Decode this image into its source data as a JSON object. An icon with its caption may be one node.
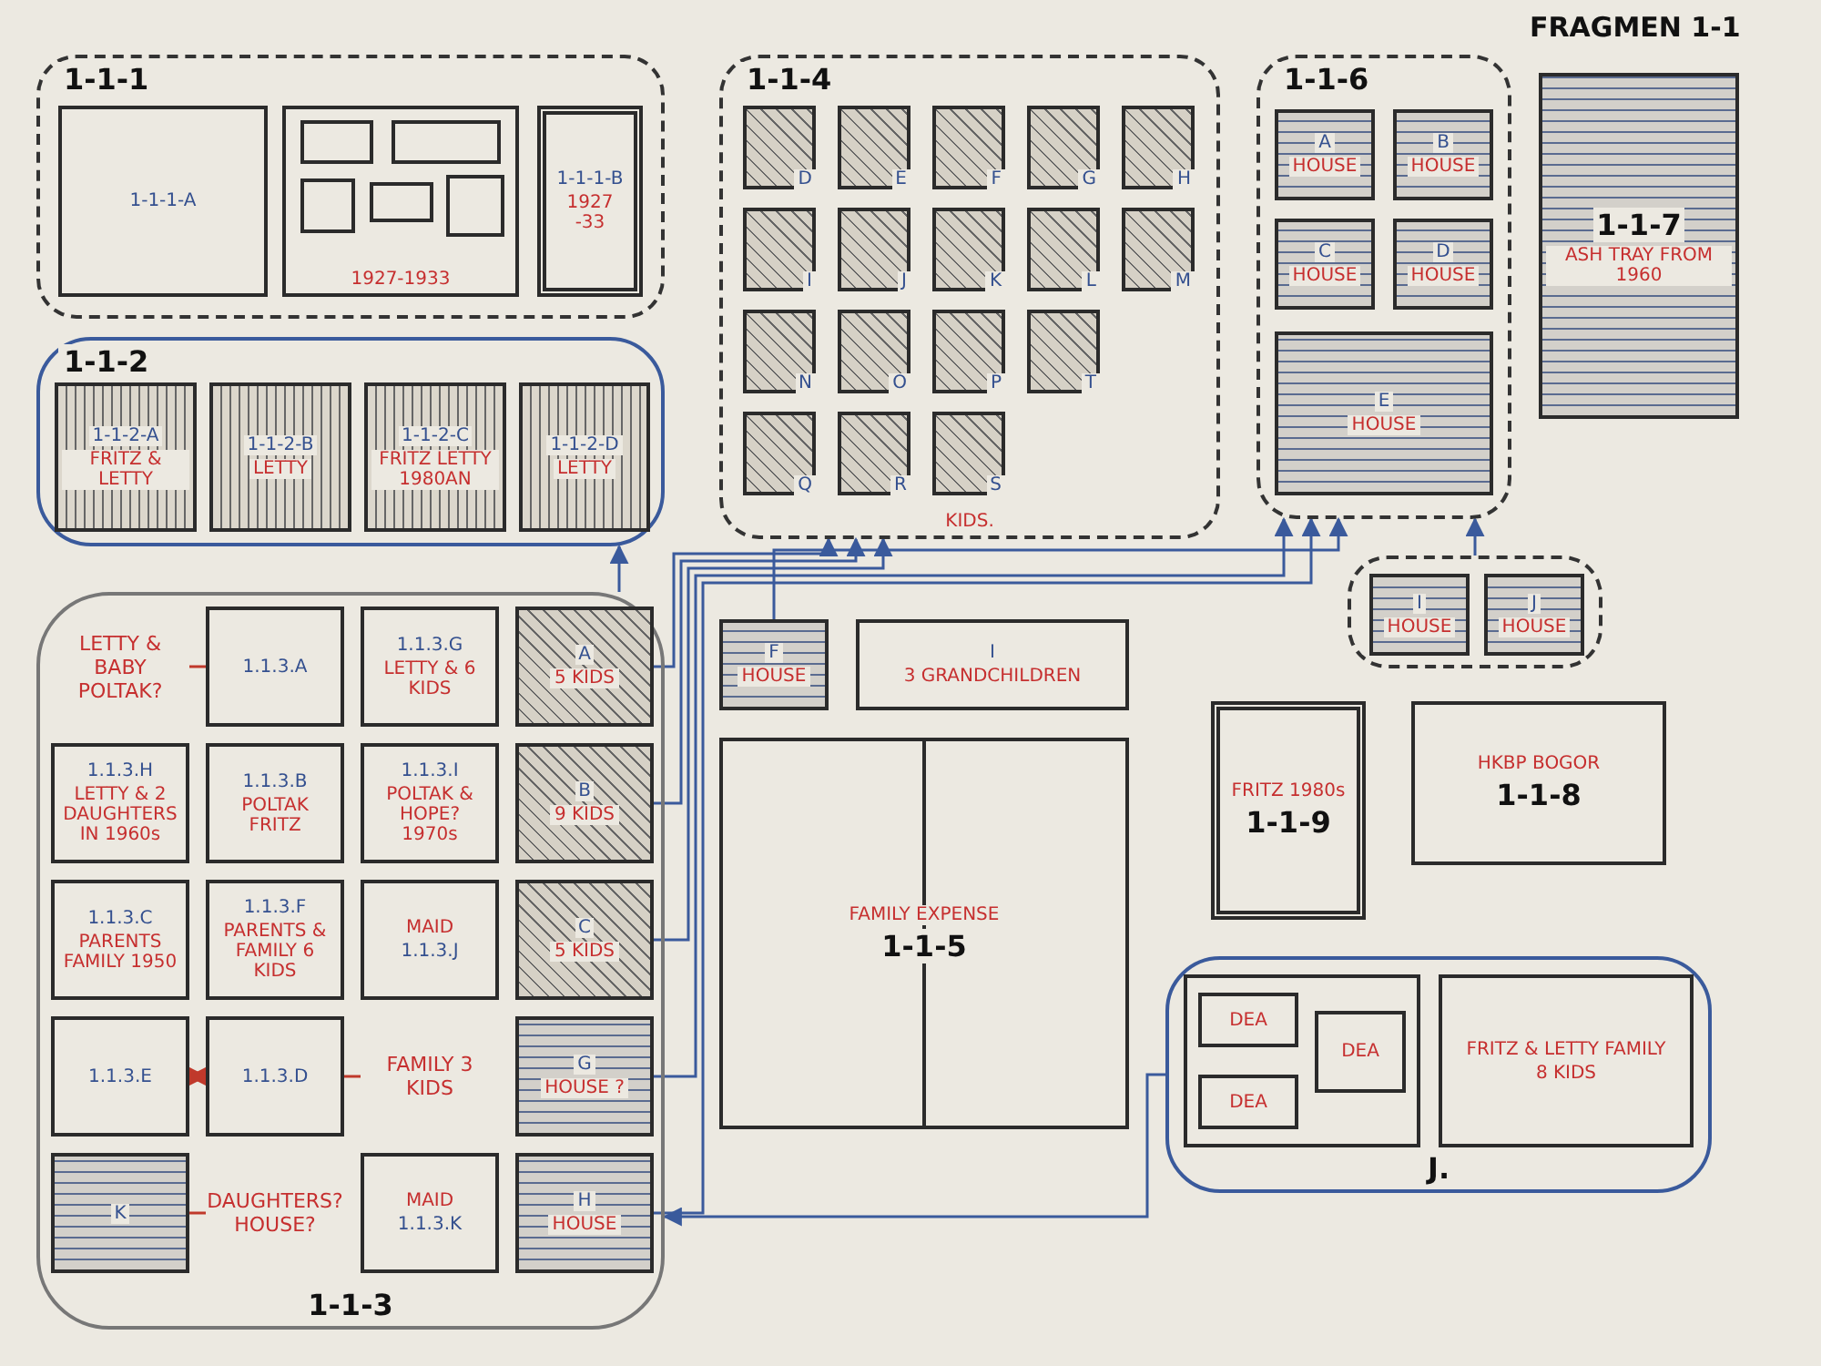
{
  "diagram": {
    "title": "FRAGMEN 1-1",
    "nodes": [
      {
        "text": [
          "1-1-1"
        ]
      },
      {
        "text": [
          "1-1-1-A"
        ],
        "in": 0
      },
      {
        "text": [
          "1927-1933"
        ],
        "in": 0
      },
      {
        "text": [],
        "shape": "box",
        "in": 2
      },
      {
        "text": [],
        "shape": "box",
        "in": 2
      },
      {
        "text": [],
        "shape": "box",
        "in": 2
      },
      {
        "text": [],
        "shape": "box",
        "in": 2
      },
      {
        "text": [],
        "shape": "box",
        "in": 2
      },
      {
        "text": [
          "1-1-1-B",
          "1927 -33"
        ],
        "in": 0
      },
      {
        "text": [
          "1-1-2"
        ]
      },
      {
        "text": [
          "1-1-2-A",
          "FRITZ & LETTY"
        ],
        "in": 9
      },
      {
        "text": [
          "1-1-2-B",
          "LETTY"
        ],
        "in": 9
      },
      {
        "text": [
          "1-1-2-C",
          "FRITZ LETTY 1980AN"
        ],
        "in": 9
      },
      {
        "text": [
          "1-1-2-D",
          "LETTY"
        ],
        "in": 9
      },
      {
        "text": [
          "1-1-3"
        ]
      },
      {
        "text": [
          "LETTY & BABY POLTAK?"
        ],
        "in": 14
      },
      {
        "text": [
          "1.1.3.A"
        ],
        "in": 14
      },
      {
        "text": [
          "1.1.3.G",
          "LETTY & 6 KIDS"
        ],
        "in": 14
      },
      {
        "text": [
          "A",
          "5 KIDS"
        ],
        "in": 14
      },
      {
        "text": [
          "1.1.3.H",
          "LETTY & 2 DAUGHTERS IN 1960s"
        ],
        "in": 14
      },
      {
        "text": [
          "1.1.3.B",
          "POLTAK FRITZ"
        ],
        "in": 14
      },
      {
        "text": [
          "1.1.3.I",
          "POLTAK & HOPE? 1970s"
        ],
        "in": 14
      },
      {
        "text": [
          "B",
          "9 KIDS"
        ],
        "in": 14
      },
      {
        "text": [
          "1.1.3.C",
          "PARENTS FAMILY 1950"
        ],
        "in": 14
      },
      {
        "text": [
          "1.1.3.F",
          "PARENTS & FAMILY 6 KIDS"
        ],
        "in": 14
      },
      {
        "text": [
          "MAID",
          "1.1.3.J"
        ],
        "in": 14
      },
      {
        "text": [
          "C",
          "5 KIDS"
        ],
        "in": 14
      },
      {
        "text": [
          "1.1.3.E"
        ],
        "in": 14
      },
      {
        "text": [
          "1.1.3.D"
        ],
        "in": 14
      },
      {
        "text": [
          "FAMILY 3 KIDS"
        ],
        "in": 14
      },
      {
        "text": [
          "G",
          "HOUSE ?"
        ],
        "in": 14
      },
      {
        "text": [
          "K"
        ],
        "in": 14
      },
      {
        "text": [
          "DAUGHTERS? HOUSE?"
        ],
        "in": 14
      },
      {
        "text": [
          "MAID",
          "1.1.3.K"
        ],
        "in": 14
      },
      {
        "text": [
          "H",
          "HOUSE"
        ],
        "in": 14
      },
      {
        "text": [
          "1-1-4",
          "KIDS."
        ]
      },
      {
        "text": [
          "D"
        ],
        "in": 35
      },
      {
        "text": [
          "E"
        ],
        "in": 35
      },
      {
        "text": [
          "F"
        ],
        "in": 35
      },
      {
        "text": [
          "G"
        ],
        "in": 35
      },
      {
        "text": [
          "H"
        ],
        "in": 35
      },
      {
        "text": [
          "I"
        ],
        "in": 35
      },
      {
        "text": [
          "J"
        ],
        "in": 35
      },
      {
        "text": [
          "K"
        ],
        "in": 35
      },
      {
        "text": [
          "L"
        ],
        "in": 35
      },
      {
        "text": [
          "M"
        ],
        "in": 35
      },
      {
        "text": [
          "N"
        ],
        "in": 35
      },
      {
        "text": [
          "O"
        ],
        "in": 35
      },
      {
        "text": [
          "P"
        ],
        "in": 35
      },
      {
        "text": [
          "T"
        ],
        "in": 35
      },
      {
        "text": [
          "Q"
        ],
        "in": 35
      },
      {
        "text": [
          "R"
        ],
        "in": 35
      },
      {
        "text": [
          "S"
        ],
        "in": 35
      },
      {
        "text": [
          "1-1-6"
        ]
      },
      {
        "text": [
          "A",
          "HOUSE"
        ],
        "in": 53
      },
      {
        "text": [
          "B",
          "HOUSE"
        ],
        "in": 53
      },
      {
        "text": [
          "C",
          "HOUSE"
        ],
        "in": 53
      },
      {
        "text": [
          "D",
          "HOUSE"
        ],
        "in": 53
      },
      {
        "text": [
          "E",
          "HOUSE"
        ],
        "in": 53
      },
      {
        "text": [
          "1-1-7",
          "ASH TRAY FROM 1960"
        ]
      },
      {
        "text": [],
        "shape": "box"
      },
      {
        "text": [
          "I",
          "HOUSE"
        ],
        "in": 60
      },
      {
        "text": [
          "J",
          "HOUSE"
        ],
        "in": 60
      },
      {
        "text": [
          "FRITZ 1980s",
          "1-1-9"
        ]
      },
      {
        "text": [
          "HKBP BOGOR",
          "1-1-8"
        ]
      },
      {
        "text": [
          "F",
          "HOUSE"
        ]
      },
      {
        "text": [
          "I",
          "3 GRANDCHILDREN"
        ]
      },
      {
        "text": [
          "FAMILY EXPENSE",
          "1-1-5"
        ]
      },
      {
        "text": [
          "J."
        ]
      },
      {
        "text": [],
        "shape": "box",
        "in": 68
      },
      {
        "text": [
          "DEA"
        ],
        "in": 69
      },
      {
        "text": [
          "DEA"
        ],
        "in": 69
      },
      {
        "text": [
          "DEA"
        ],
        "in": 69
      },
      {
        "text": [
          "FRITZ & LETTY FAMILY",
          "8 KIDS"
        ],
        "in": 68
      }
    ],
    "edges": [
      {
        "from": 18,
        "to": 35,
        "arrow": "to"
      },
      {
        "from": 22,
        "to": 35,
        "arrow": "to"
      },
      {
        "from": 26,
        "to": 35,
        "arrow": "to"
      },
      {
        "from": 30,
        "to": 53,
        "arrow": "to"
      },
      {
        "from": 34,
        "to": 53,
        "arrow": "to"
      },
      {
        "from": 65,
        "to": 53,
        "arrow": "to"
      },
      {
        "from": 60,
        "to": 53,
        "arrow": "to"
      },
      {
        "from": 68,
        "to": 14,
        "arrow": "to"
      },
      {
        "from": 14,
        "to": 9,
        "arrow": "to"
      },
      {
        "from": 15,
        "to": 16,
        "arrow": "none",
        "color": "#c0392b"
      },
      {
        "from": 27,
        "to": 28,
        "arrow": "both",
        "color": "#c0392b"
      },
      {
        "from": 29,
        "to": 28,
        "arrow": "none",
        "color": "#c0392b"
      },
      {
        "from": 32,
        "to": 31,
        "arrow": "none",
        "color": "#c0392b"
      }
    ]
  }
}
